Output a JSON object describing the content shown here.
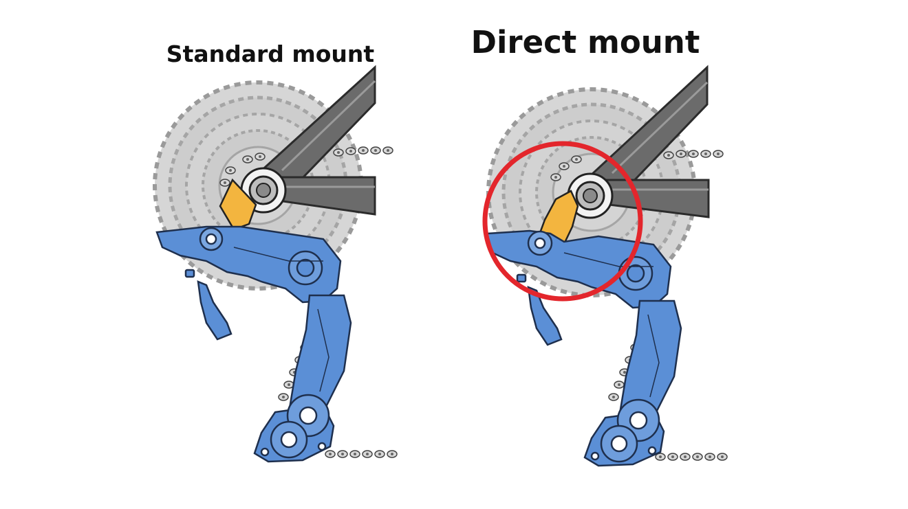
{
  "panels": [
    {
      "id": "standard",
      "label": "Standard mount",
      "highlighted": false
    },
    {
      "id": "direct",
      "label": "Direct mount",
      "highlighted": true
    }
  ],
  "colors": {
    "cassette": "#cfcfcf",
    "cassette_outline": "#9a9a9a",
    "frame": "#6b6b6b",
    "frame_outline": "#2b2b2b",
    "hanger": "#f3b53f",
    "derailleur": "#5b8fd6",
    "derailleur_outline": "#1e2f4d",
    "chain": "#8c8c8c",
    "highlight_circle": "#e3262c",
    "background": "#ffffff"
  },
  "icons": {
    "cassette": "cassette-icon",
    "frame": "frame-stays-icon",
    "hanger": "derailleur-hanger-icon",
    "derailleur": "rear-derailleur-icon",
    "chain": "chain-icon"
  }
}
